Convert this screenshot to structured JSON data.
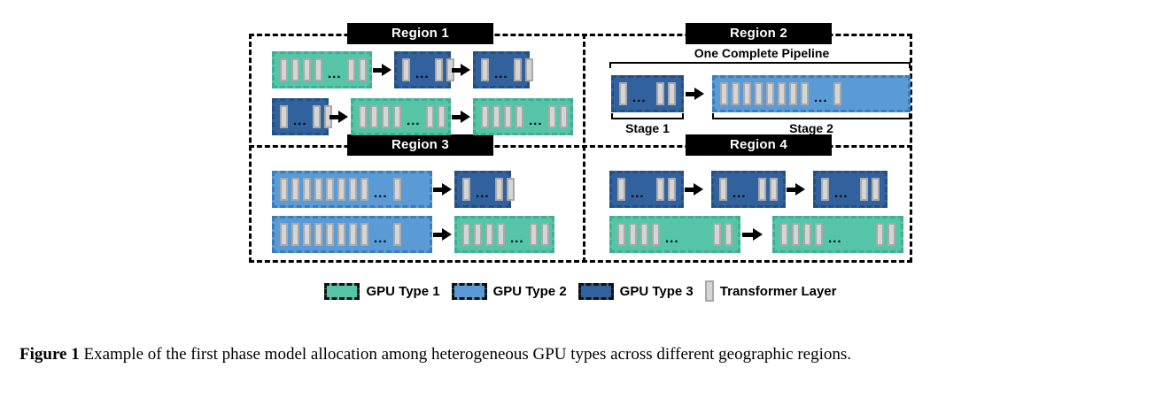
{
  "figure": {
    "caption_label": "Figure 1",
    "caption_text": "Example of the first phase model allocation among heterogeneous GPU types across different geographic regions."
  },
  "colors": {
    "gpu_type_1": "#55c4a7",
    "gpu_type_2": "#5b9bd5",
    "gpu_type_3": "#31629e",
    "transformer_layer": "#d5d5d5",
    "region_title_bg": "#000000",
    "region_title_text": "#ffffff"
  },
  "regions": [
    {
      "title": "Region 1",
      "rows": [
        {
          "blocks": [
            {
              "gpu": "gpu1",
              "layers_before": 4,
              "ellipsis": "...",
              "layers_after": 2
            },
            {
              "gpu": "gpu3",
              "layers_before": 1,
              "ellipsis": "...",
              "layers_after": 2
            },
            {
              "gpu": "gpu3",
              "layers_before": 1,
              "ellipsis": "...",
              "layers_after": 2
            }
          ]
        },
        {
          "blocks": [
            {
              "gpu": "gpu3",
              "layers_before": 1,
              "ellipsis": "...",
              "layers_after": 2
            },
            {
              "gpu": "gpu1",
              "layers_before": 4,
              "ellipsis": "...",
              "layers_after": 2
            },
            {
              "gpu": "gpu1",
              "layers_before": 4,
              "ellipsis": "...",
              "layers_after": 2
            }
          ]
        }
      ]
    },
    {
      "title": "Region 2",
      "pipeline_label": "One Complete Pipeline",
      "stage_labels": [
        "Stage 1",
        "Stage 2"
      ],
      "rows": [
        {
          "blocks": [
            {
              "gpu": "gpu3",
              "layers_before": 1,
              "ellipsis": "...",
              "layers_after": 2
            },
            {
              "gpu": "gpu2",
              "layers_before": 8,
              "ellipsis": "...",
              "layers_after": 1
            }
          ]
        }
      ]
    },
    {
      "title": "Region 3",
      "rows": [
        {
          "blocks": [
            {
              "gpu": "gpu2",
              "layers_before": 8,
              "ellipsis": "...",
              "layers_after": 1
            },
            {
              "gpu": "gpu3",
              "layers_before": 1,
              "ellipsis": "...",
              "layers_after": 2
            }
          ]
        },
        {
          "blocks": [
            {
              "gpu": "gpu2",
              "layers_before": 8,
              "ellipsis": "...",
              "layers_after": 1
            },
            {
              "gpu": "gpu1",
              "layers_before": 4,
              "ellipsis": "...",
              "layers_after": 2
            }
          ]
        }
      ]
    },
    {
      "title": "Region 4",
      "rows": [
        {
          "blocks": [
            {
              "gpu": "gpu3",
              "layers_before": 1,
              "ellipsis": "...",
              "layers_after": 2
            },
            {
              "gpu": "gpu3",
              "layers_before": 1,
              "ellipsis": "...",
              "layers_after": 2
            },
            {
              "gpu": "gpu3",
              "layers_before": 1,
              "ellipsis": "...",
              "layers_after": 2
            }
          ]
        },
        {
          "blocks": [
            {
              "gpu": "gpu1",
              "layers_before": 4,
              "ellipsis": "...",
              "layers_after": 2
            },
            {
              "gpu": "gpu1",
              "layers_before": 4,
              "ellipsis": "...",
              "layers_after": 2
            }
          ]
        }
      ]
    }
  ],
  "legend": {
    "items": [
      {
        "label": "GPU Type 1",
        "kind": "gpu1"
      },
      {
        "label": "GPU Type 2",
        "kind": "gpu2"
      },
      {
        "label": "GPU Type 3",
        "kind": "gpu3"
      },
      {
        "label": "Transformer Layer",
        "kind": "layer"
      }
    ]
  }
}
